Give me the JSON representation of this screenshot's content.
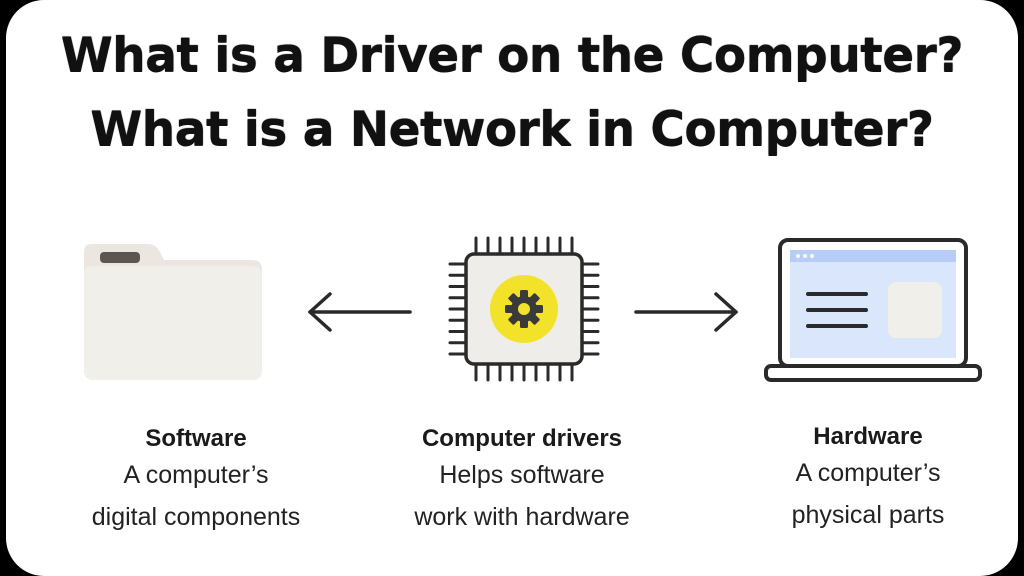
{
  "title": {
    "line1": "What is a Driver on the Computer?",
    "line2": "What is a Network in Computer?"
  },
  "nodes": {
    "software": {
      "heading": "Software",
      "line1": "A computer’s",
      "line2": "digital components",
      "icon": "folder-icon"
    },
    "drivers": {
      "heading": "Computer drivers",
      "line1": "Helps software",
      "line2": "work with hardware",
      "icon": "chip-gear-icon"
    },
    "hardware": {
      "heading": "Hardware",
      "line1": "A computer’s",
      "line2": "physical parts",
      "icon": "laptop-icon"
    }
  },
  "edges": [
    {
      "from": "drivers",
      "to": "software",
      "icon": "arrow-left-icon"
    },
    {
      "from": "drivers",
      "to": "hardware",
      "icon": "arrow-right-icon"
    }
  ],
  "colors": {
    "background": "#ffffff",
    "frame": "#000000",
    "text": "#111111",
    "folder": "#efece6",
    "chip_accent": "#f2e32a",
    "screen": "#d9e6fb",
    "screen_bar": "#b7cdf7"
  }
}
